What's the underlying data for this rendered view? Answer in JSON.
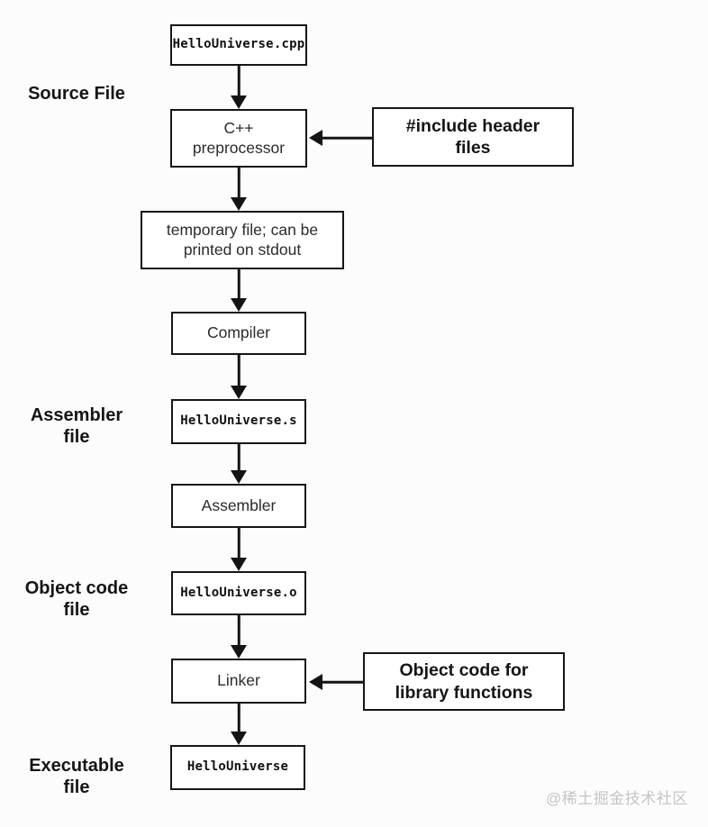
{
  "flow": {
    "cpp_file": {
      "label": "HelloUniverse.cpp"
    },
    "preprocessor": {
      "line1": "C++",
      "line2": "preprocessor"
    },
    "temp_file": {
      "line1": "temporary file; can be",
      "line2": "printed on stdout"
    },
    "compiler": {
      "label": "Compiler"
    },
    "asm_file": {
      "label": "HelloUniverse.s"
    },
    "assembler": {
      "label": "Assembler"
    },
    "obj_file": {
      "label": "HelloUniverse.o"
    },
    "linker": {
      "label": "Linker"
    },
    "exe_file": {
      "label": "HelloUniverse"
    }
  },
  "annotations": {
    "include_headers": {
      "line1": "#include header",
      "line2": "files"
    },
    "library_objects": {
      "line1": "Object code for",
      "line2": "library functions"
    }
  },
  "side_labels": {
    "source_file": {
      "line1": "Source File",
      "line2": ""
    },
    "assembler_file": {
      "line1": "Assembler",
      "line2": "file"
    },
    "object_code_file": {
      "line1": "Object code",
      "line2": "file"
    },
    "executable_file": {
      "line1": "Executable",
      "line2": "file"
    }
  },
  "watermark": "@稀土掘金技术社区",
  "colors": {
    "background": "#fcfcfc",
    "box_border": "#161616",
    "text": "#1c1c1c",
    "watermark": "#c5c5c5"
  }
}
